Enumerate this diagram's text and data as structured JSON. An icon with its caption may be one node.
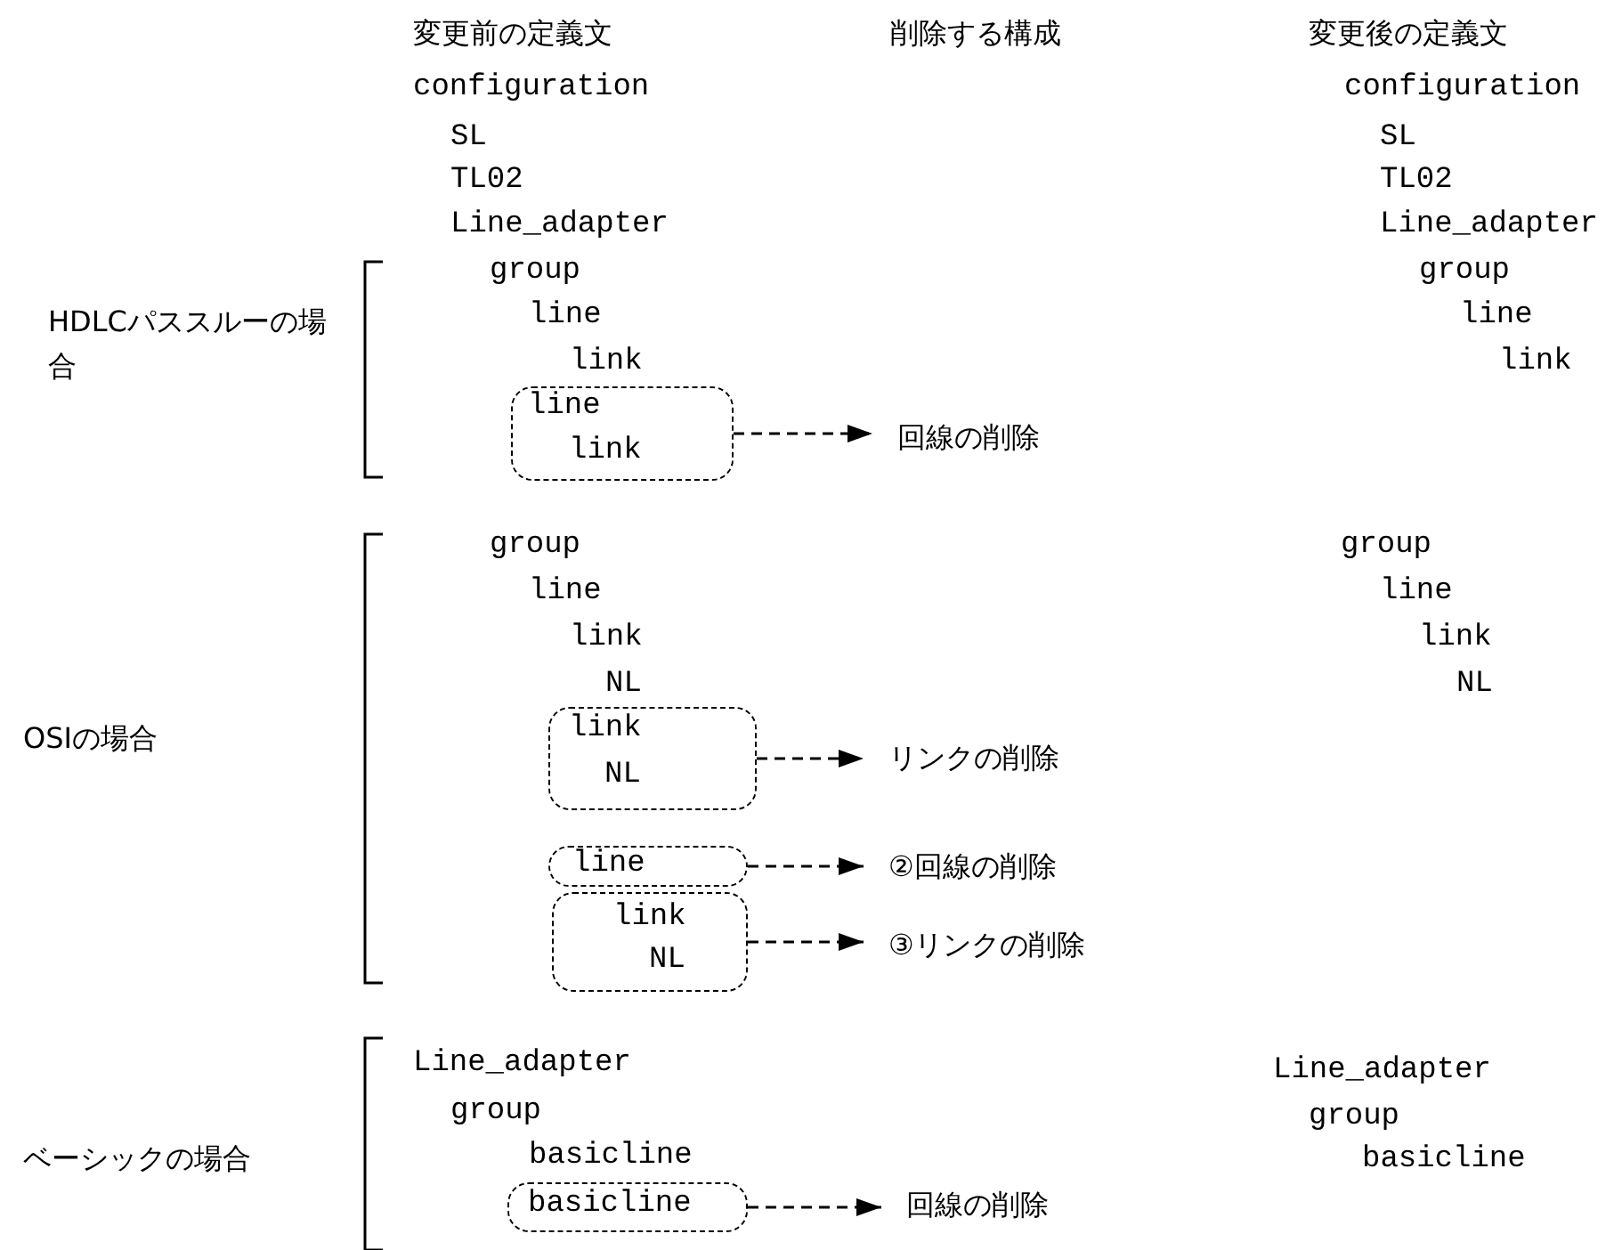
{
  "diagram": {
    "nodes": [
      {
        "text": [
          "line",
          "link"
        ]
      },
      {
        "text": [
          "回線の削除"
        ]
      },
      {
        "text": [
          "link",
          "NL"
        ]
      },
      {
        "text": [
          "リンクの削除"
        ]
      },
      {
        "text": [
          "line"
        ]
      },
      {
        "text": [
          "②回線の削除"
        ]
      },
      {
        "text": [
          "link",
          "NL"
        ]
      },
      {
        "text": [
          "③リンクの削除"
        ]
      },
      {
        "text": [
          "basicline"
        ]
      },
      {
        "text": [
          "回線の削除"
        ]
      }
    ],
    "edges": [
      {
        "from": 0,
        "to": 1,
        "arrow": "to",
        "style": "dashed"
      },
      {
        "from": 2,
        "to": 3,
        "arrow": "to",
        "style": "dashed"
      },
      {
        "from": 4,
        "to": 5,
        "arrow": "to",
        "style": "dashed"
      },
      {
        "from": 6,
        "to": 7,
        "arrow": "to",
        "style": "dashed"
      },
      {
        "from": 8,
        "to": 9,
        "arrow": "to",
        "style": "dashed"
      }
    ],
    "labels": [
      "変更前の定義文",
      "削除する構成",
      "変更後の定義文",
      "configuration",
      "configuration",
      "SL",
      "SL",
      "TL02",
      "TL02",
      "Line_adapter",
      "Line_adapter",
      "group",
      "group",
      "HDLCパススルーの場合",
      "line",
      "line",
      "link",
      "link",
      "group",
      "group",
      "line",
      "line",
      "link",
      "link",
      "NL",
      "NL",
      "OSIの場合",
      "Line_adapter",
      "Line_adapter",
      "group",
      "group",
      "ベーシックの場合",
      "basicline",
      "basicline"
    ]
  }
}
